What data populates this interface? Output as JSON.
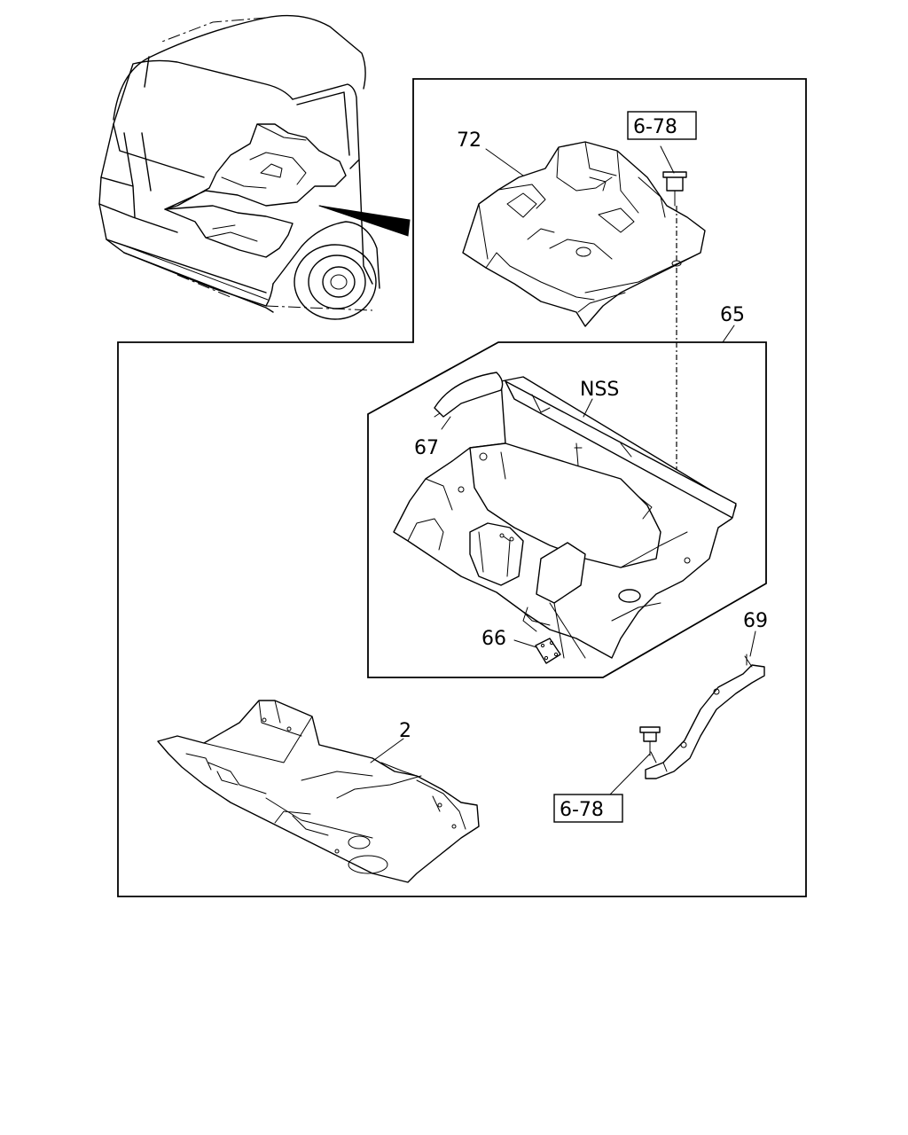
{
  "callouts": {
    "part_72": "72",
    "part_65": "65",
    "part_nss": "NSS",
    "part_67": "67",
    "part_66": "66",
    "part_69": "69",
    "part_2": "2",
    "ref_top": "6-78",
    "ref_bottom": "6-78"
  }
}
